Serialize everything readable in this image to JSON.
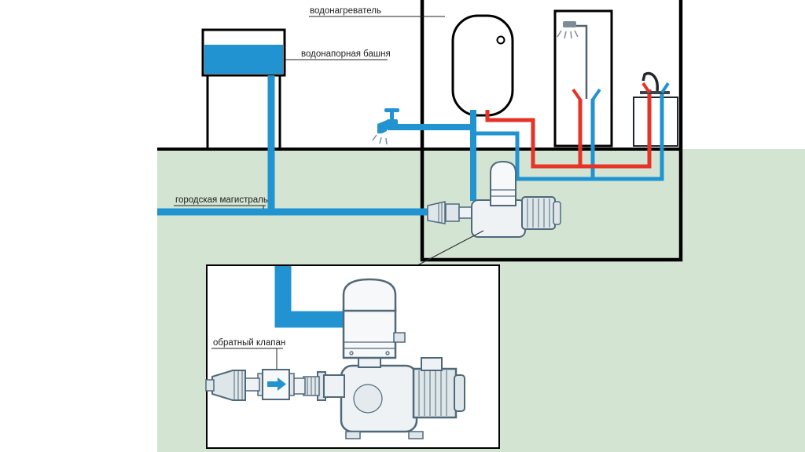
{
  "labels": {
    "water_heater": "водонагреватель",
    "water_tower": "водонапорная башня",
    "city_main": "городская магистраль",
    "check_valve": "обратный клапан"
  },
  "colors": {
    "cold": "#2193d0",
    "hot": "#e63327",
    "ground": "#d3e4d3",
    "outline": "#000000",
    "lineart": "#50697a"
  }
}
